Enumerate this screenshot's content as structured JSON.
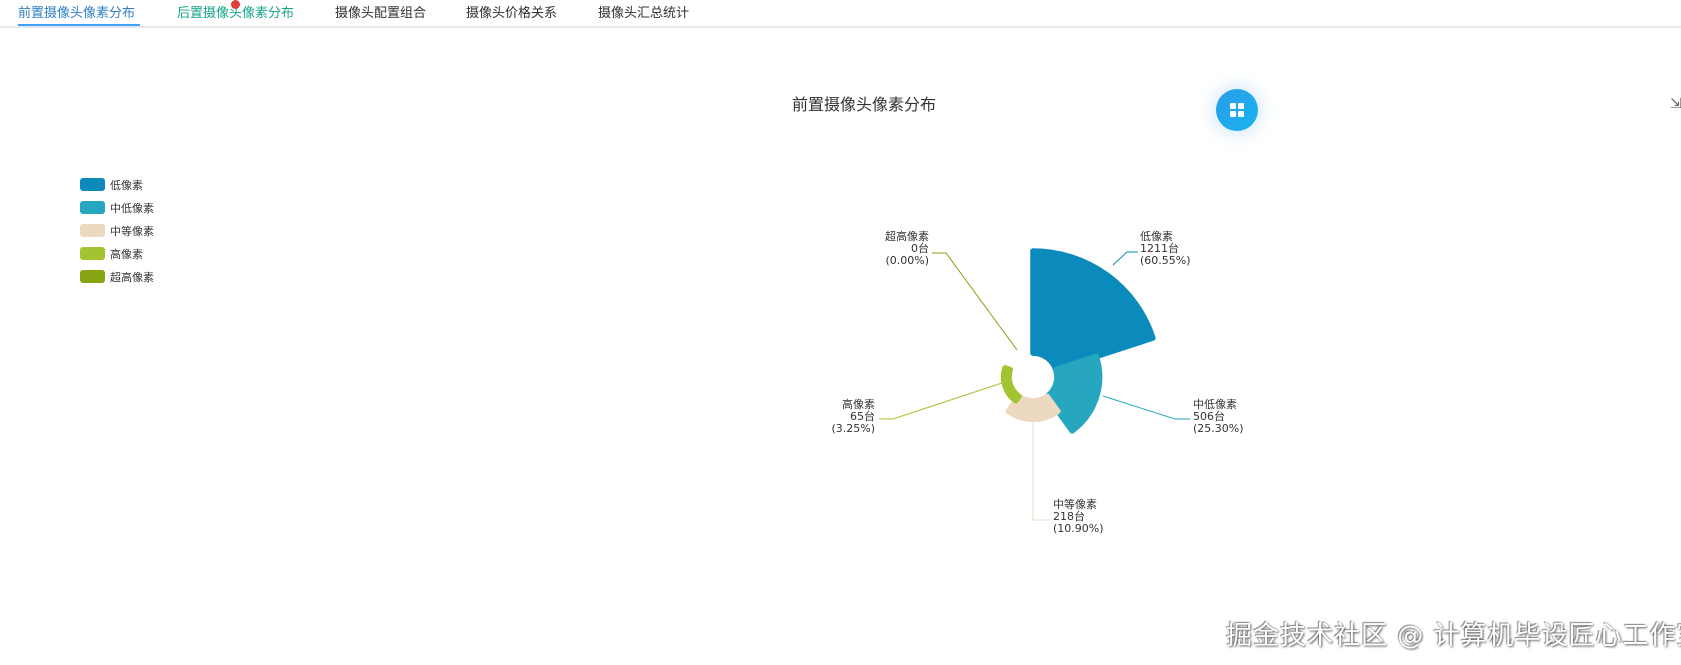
{
  "tabs": [
    {
      "label": "前置摄像头像素分布",
      "active": true
    },
    {
      "label": "后置摄像头像素分布",
      "active": false
    },
    {
      "label": "摄像头配置组合",
      "active": false
    },
    {
      "label": "摄像头价格关系",
      "active": false
    },
    {
      "label": "摄像头汇总统计",
      "active": false
    }
  ],
  "toolbar": {
    "grid_icon": "grid-icon",
    "download_icon": "download-icon"
  },
  "watermark": "掘金技术社区 @ 计算机毕设匠心工作室",
  "chart_data": {
    "type": "pie",
    "rose_type": "area",
    "title": "前置摄像头像素分布",
    "unit": "台",
    "legend_position": "left",
    "categories": [
      "低像素",
      "中低像素",
      "中等像素",
      "高像素",
      "超高像素"
    ],
    "values": [
      1211,
      506,
      218,
      65,
      0
    ],
    "percents": [
      "60.55%",
      "25.30%",
      "10.90%",
      "3.25%",
      "0.00%"
    ],
    "colors": [
      "#0a8bbb",
      "#26a6bf",
      "#ecd9c0",
      "#a4c330",
      "#86a312"
    ]
  }
}
